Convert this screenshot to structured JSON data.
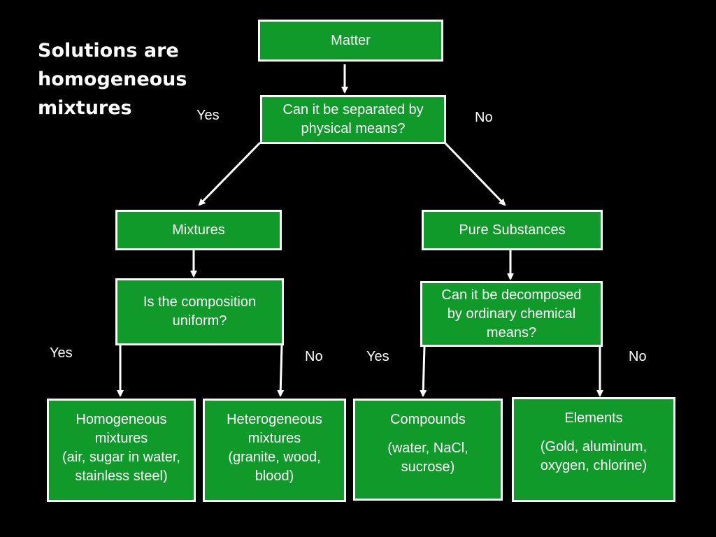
{
  "headline": [
    "Solutions are",
    "homogeneous",
    "mixtures"
  ],
  "colors": {
    "background": "#000000",
    "box_fill": "#0f9a2a",
    "box_border": "#ffffff",
    "text": "#ffffff",
    "arrow": "#ffffff"
  },
  "nodes": {
    "matter": [
      "Matter"
    ],
    "separable_question": [
      "Can it be separated by",
      "physical means?"
    ],
    "mixtures": [
      "Mixtures"
    ],
    "pure_substances": [
      "Pure Substances"
    ],
    "uniform_question": [
      "Is the composition",
      "uniform?"
    ],
    "decompose_question": [
      "Can it be decomposed",
      "by ordinary chemical",
      "means?"
    ],
    "homogeneous": {
      "title": [
        "Homogeneous",
        "mixtures"
      ],
      "examples": [
        "(air, sugar in water,",
        "stainless steel)"
      ]
    },
    "heterogeneous": {
      "title": [
        "Heterogeneous",
        "mixtures"
      ],
      "examples": [
        "(granite, wood,",
        "blood)"
      ]
    },
    "compounds": {
      "title": [
        "Compounds"
      ],
      "examples": [
        "(water, NaCl,",
        "sucrose)"
      ]
    },
    "elements": {
      "title": [
        "Elements"
      ],
      "examples": [
        "(Gold, aluminum,",
        "oxygen, chlorine)"
      ]
    }
  },
  "edge_labels": {
    "separable_yes": "Yes",
    "separable_no": "No",
    "uniform_yes": "Yes",
    "uniform_no": "No",
    "decompose_yes": "Yes",
    "decompose_no": "No"
  }
}
